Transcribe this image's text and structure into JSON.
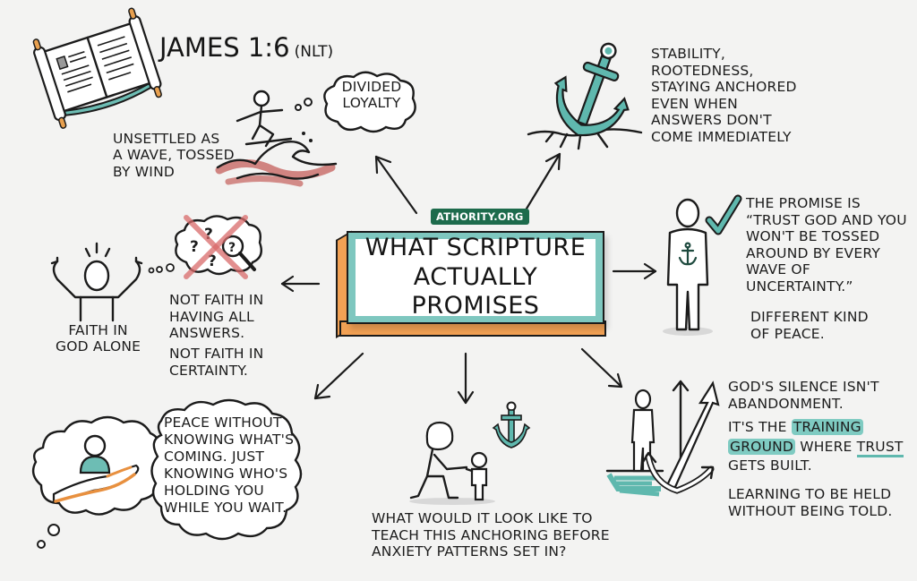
{
  "header": {
    "verse": "JAMES 1:6",
    "translation": "(NLT)"
  },
  "badge": "ATHORITY.ORG",
  "center": {
    "title": "WHAT SCRIPTURE\nACTUALLY PROMISES"
  },
  "nodes": {
    "wave": {
      "caption": "UNSETTLED AS\nA WAVE, TOSSED\nBY WIND",
      "thought": "DIVIDED\nLOYALTY"
    },
    "anchor": {
      "caption": "STABILITY,\nROOTEDNESS,\nSTAYING ANCHORED\nEVEN WHEN\nANSWERS DON'T\nCOME IMMEDIATELY"
    },
    "promise": {
      "caption": "THE PROMISE IS\n“TRUST GOD AND YOU\nWON'T BE TOSSED\nAROUND BY EVERY\nWAVE OF\nUNCERTAINTY.”",
      "caption2": "DIFFERENT KIND\nOF PEACE."
    },
    "faith": {
      "label": "FAITH IN\nGOD ALONE",
      "not_answers": "NOT FAITH IN\nHAVING ALL\nANSWERS.",
      "not_certainty": "NOT FAITH IN\nCERTAINTY."
    },
    "peace": {
      "cloud_text": "PEACE WITHOUT\nKNOWING WHAT'S\nCOMING. JUST\nKNOWING WHO'S\nHOLDING YOU\nWHILE YOU WAIT."
    },
    "teach": {
      "caption": "WHAT WOULD IT LOOK LIKE TO\nTEACH THIS ANCHORING BEFORE\nANXIETY PATTERNS SET IN?"
    },
    "silence": {
      "line1": "GOD'S SILENCE ISN'T\nABANDONMENT.",
      "line2_pre": "IT'S THE ",
      "line2_hl1": "TRAINING",
      "line3_hl2": "GROUND",
      "line3_mid": " WHERE ",
      "line3_ul": "TRUST",
      "line4": "GETS BUILT.",
      "line5": "LEARNING TO BE HELD\nWITHOUT BEING TOLD."
    }
  },
  "colors": {
    "teal": "#5fb8ae",
    "orange": "#f2a154",
    "wave_red": "#c9706d",
    "badge_green": "#1d6b4c",
    "cross_red": "#d96a6a",
    "background": "#f3f3f2"
  }
}
